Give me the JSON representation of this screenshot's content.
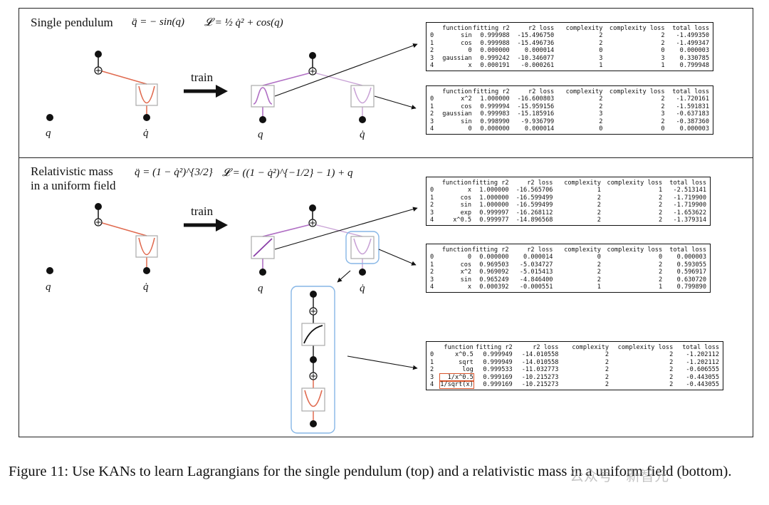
{
  "top": {
    "title": "Single pendulum",
    "eq1": "q̈ = − sin(q)",
    "eq2": "𝓛 = ½ q̇² + cos(q)",
    "train": "train",
    "node_q": "q",
    "node_qdot": "q̇",
    "table1": {
      "headers": [
        "",
        "function",
        "fitting r2",
        "r2 loss",
        "complexity",
        "complexity loss",
        "total loss"
      ],
      "rows": [
        [
          "0",
          "sin",
          "0.999988",
          "-15.496750",
          "2",
          "2",
          "-1.499350"
        ],
        [
          "1",
          "cos",
          "0.999988",
          "-15.496736",
          "2",
          "2",
          "-1.499347"
        ],
        [
          "2",
          "0",
          "0.000000",
          "0.000014",
          "0",
          "0",
          "0.000003"
        ],
        [
          "3",
          "gaussian",
          "0.999242",
          "-10.346077",
          "3",
          "3",
          "0.330785"
        ],
        [
          "4",
          "x",
          "0.000191",
          "-0.000261",
          "1",
          "1",
          "0.799948"
        ]
      ]
    },
    "table2": {
      "headers": [
        "",
        "function",
        "fitting r2",
        "r2 loss",
        "complexity",
        "complexity loss",
        "total loss"
      ],
      "rows": [
        [
          "0",
          "x^2",
          "1.000000",
          "-16.600803",
          "2",
          "2",
          "-1.720161"
        ],
        [
          "1",
          "cos",
          "0.999994",
          "-15.959156",
          "2",
          "2",
          "-1.591831"
        ],
        [
          "2",
          "gaussian",
          "0.999983",
          "-15.185916",
          "3",
          "3",
          "-0.637183"
        ],
        [
          "3",
          "sin",
          "0.998990",
          "-9.936799",
          "2",
          "2",
          "-0.387360"
        ],
        [
          "4",
          "0",
          "0.000000",
          "0.000014",
          "0",
          "0",
          "0.000003"
        ]
      ]
    }
  },
  "bottom": {
    "title_line1": "Relativistic mass",
    "title_line2": "in a uniform field",
    "eq1": "q̈ = (1 − q̇²)^{3/2}",
    "eq2": "𝓛 = ((1 − q̇²)^{−1/2} − 1) + q",
    "train": "train",
    "node_q": "q",
    "node_qdot": "q̇",
    "table1": {
      "headers": [
        "",
        "function",
        "fitting r2",
        "r2 loss",
        "complexity",
        "complexity loss",
        "total loss"
      ],
      "rows": [
        [
          "0",
          "x",
          "1.000000",
          "-16.565706",
          "1",
          "1",
          "-2.513141"
        ],
        [
          "1",
          "cos",
          "1.000000",
          "-16.599499",
          "2",
          "2",
          "-1.719900"
        ],
        [
          "2",
          "sin",
          "1.000000",
          "-16.599499",
          "2",
          "2",
          "-1.719900"
        ],
        [
          "3",
          "exp",
          "0.999997",
          "-16.268112",
          "2",
          "2",
          "-1.653622"
        ],
        [
          "4",
          "x^0.5",
          "0.999977",
          "-14.896568",
          "2",
          "2",
          "-1.379314"
        ]
      ]
    },
    "table2": {
      "headers": [
        "",
        "function",
        "fitting r2",
        "r2 loss",
        "complexity",
        "complexity loss",
        "total loss"
      ],
      "rows": [
        [
          "0",
          "0",
          "0.000000",
          "0.000014",
          "0",
          "0",
          "0.000003"
        ],
        [
          "1",
          "cos",
          "0.969503",
          "-5.034727",
          "2",
          "2",
          "0.593055"
        ],
        [
          "2",
          "x^2",
          "0.969092",
          "-5.015413",
          "2",
          "2",
          "0.596917"
        ],
        [
          "3",
          "sin",
          "0.965249",
          "-4.846400",
          "2",
          "2",
          "0.630720"
        ],
        [
          "4",
          "x",
          "0.000392",
          "-0.000551",
          "1",
          "1",
          "0.799890"
        ]
      ]
    },
    "table3": {
      "headers": [
        "",
        "function",
        "fitting r2",
        "r2 loss",
        "complexity",
        "complexity loss",
        "total loss"
      ],
      "rows": [
        [
          "0",
          "x^0.5",
          "0.999949",
          "-14.010558",
          "2",
          "2",
          "-1.202112"
        ],
        [
          "1",
          "sqrt",
          "0.999949",
          "-14.010558",
          "2",
          "2",
          "-1.202112"
        ],
        [
          "2",
          "log",
          "0.999533",
          "-11.032773",
          "2",
          "2",
          "-0.606555"
        ],
        [
          "3",
          "1/x^0.5",
          "0.999169",
          "-10.215273",
          "2",
          "2",
          "-0.443055"
        ],
        [
          "4",
          "1/sqrt(x)",
          "0.999169",
          "-10.215273",
          "2",
          "2",
          "-0.443055"
        ]
      ],
      "highlighted_rows": [
        3,
        4
      ]
    }
  },
  "caption": "Figure 11: Use KANs to learn Lagrangians for the single pendulum (top) and a relativistic mass in a uniform field (bottom).",
  "watermark": "公众号 · 新智元",
  "colors": {
    "edge_red": "#e06a4f",
    "edge_purple": "#b06fc4",
    "edge_light_purple": "#c9a3d6",
    "highlight_blue": "#86b6e6",
    "highlight_red": "#d9532a"
  }
}
